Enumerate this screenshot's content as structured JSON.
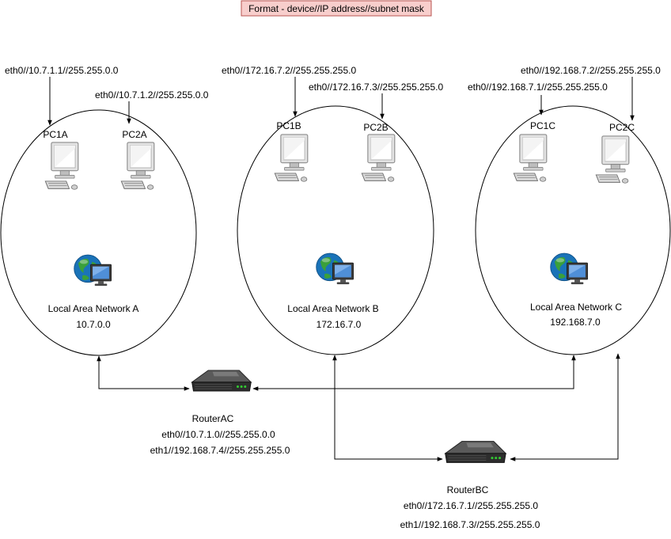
{
  "format_note": "Format - device//IP address//subnet mask",
  "networks": {
    "a": {
      "name": "Local Area Network A",
      "address": "10.7.0.0"
    },
    "b": {
      "name": "Local Area Network B",
      "address": "172.16.7.0"
    },
    "c": {
      "name": "Local Area Network C",
      "address": "192.168.7.0"
    }
  },
  "pcs": {
    "pc1a": {
      "name": "PC1A",
      "iface": "eth0//10.7.1.1//255.255.0.0"
    },
    "pc2a": {
      "name": "PC2A",
      "iface": "eth0//10.7.1.2//255.255.0.0"
    },
    "pc1b": {
      "name": "PC1B",
      "iface": "eth0//172.16.7.2//255.255.255.0"
    },
    "pc2b": {
      "name": "PC2B",
      "iface": "eth0//172.16.7.3//255.255.255.0"
    },
    "pc1c": {
      "name": "PC1C",
      "iface": "eth0//192.168.7.1//255.255.255.0"
    },
    "pc2c": {
      "name": "PC2C",
      "iface": "eth0//192.168.7.2//255.255.255.0"
    }
  },
  "routers": {
    "ac": {
      "name": "RouterAC",
      "eth0": "eth0//10.7.1.0//255.255.0.0",
      "eth1": "eth1//192.168.7.4//255.255.255.0"
    },
    "bc": {
      "name": "RouterBC",
      "eth0": "eth0//172.16.7.1//255.255.255.0",
      "eth1": "eth1//192.168.7.3//255.255.255.0"
    }
  },
  "colors": {
    "note_fill": "#f8cecc",
    "note_border": "#b85450",
    "line": "#000000",
    "monitor_frame": "#e6e6e6",
    "router_body": "#3a3a3a",
    "router_led": "#33cc33",
    "globe_water": "#1a73b8",
    "globe_land": "#3aa03a"
  },
  "icons": {
    "pc": "desktop-computer-icon",
    "router": "router-icon",
    "network": "globe-monitor-icon"
  }
}
